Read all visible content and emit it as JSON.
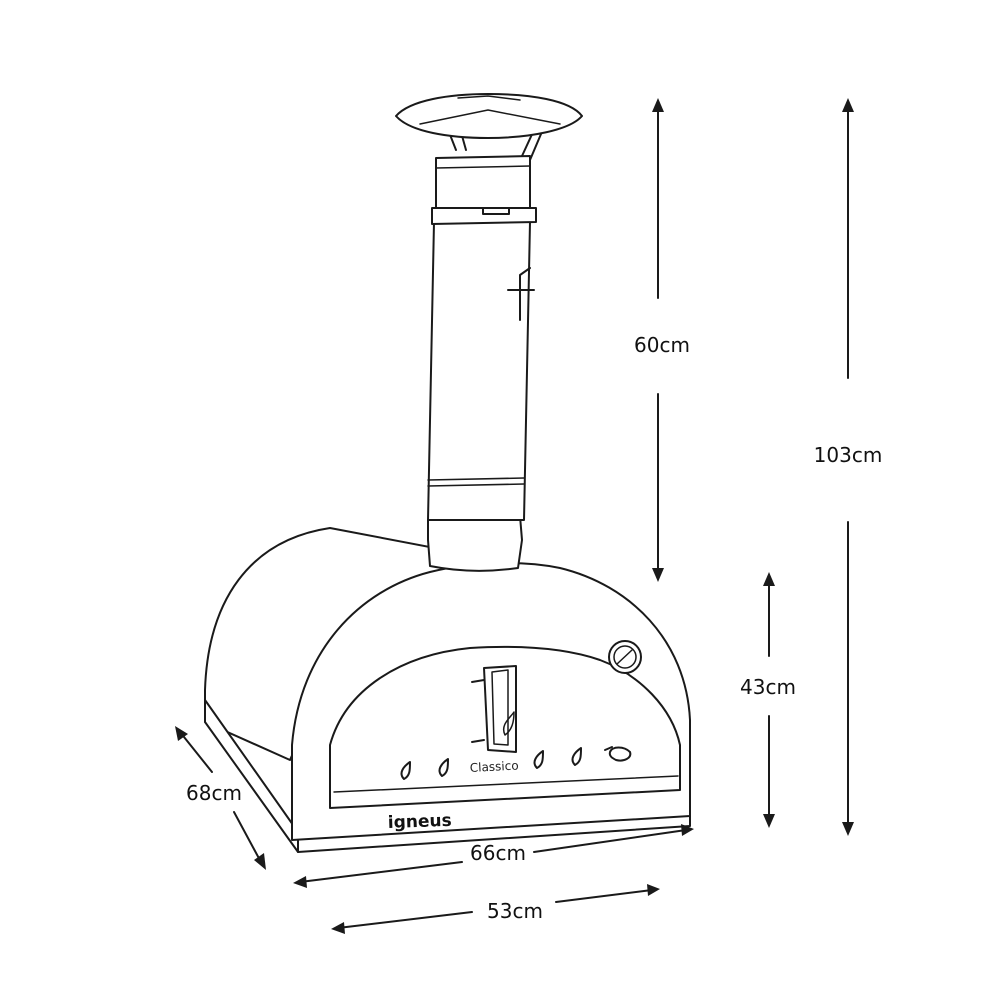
{
  "product": {
    "brand": "igneus",
    "model": "Classico"
  },
  "dimensions": {
    "chimney_height": "60cm",
    "total_height": "103cm",
    "oven_height": "43cm",
    "depth": "68cm",
    "front_width": "66cm",
    "base_width": "53cm"
  }
}
